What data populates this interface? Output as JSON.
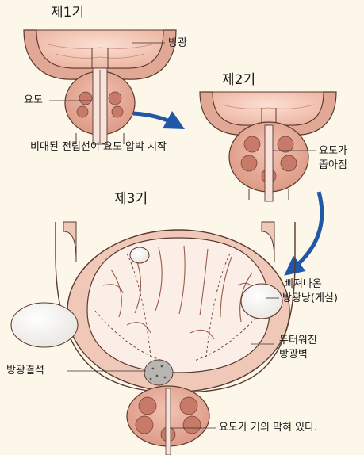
{
  "stages": [
    {
      "title": "제1기"
    },
    {
      "title": "제2기"
    },
    {
      "title": "제3기"
    }
  ],
  "labels": {
    "bladder": "방광",
    "urethra": "요도",
    "enlarged_prostate": "비대된 전립선이 요도 압박 시작",
    "urethra_narrowed_1": "요도가",
    "urethra_narrowed_2": "좁아짐",
    "diverticulum_1": "삐져나온",
    "diverticulum_2": "방광낭(게실)",
    "thick_wall_1": "두터워진",
    "thick_wall_2": "방광벽",
    "bladder_stone": "방광결석",
    "urethra_blocked": "요도가 거의 막혀 있다."
  },
  "colors": {
    "bladder_fill": "#f2c3b2",
    "prostate_fill": "#e8a593",
    "lobe_fill": "#c87a68",
    "wall_fill": "#efc8b8",
    "arrow": "#1f58a8",
    "outline": "#5a3a30"
  }
}
